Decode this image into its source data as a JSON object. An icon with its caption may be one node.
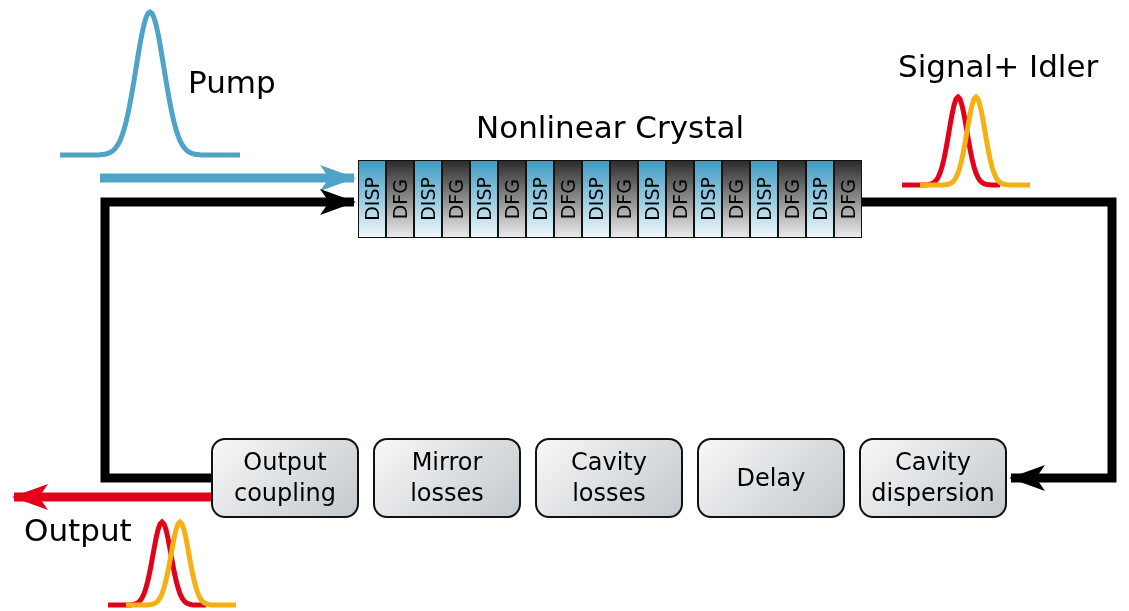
{
  "diagram": {
    "nodes": [
      {
        "text": [
          "Nonlinear Crystal"
        ]
      },
      {
        "text": [
          "DISP"
        ],
        "in": 0
      },
      {
        "text": [
          "DFG"
        ],
        "in": 0
      },
      {
        "text": [
          "DISP"
        ],
        "in": 0
      },
      {
        "text": [
          "DFG"
        ],
        "in": 0
      },
      {
        "text": [
          "DISP"
        ],
        "in": 0
      },
      {
        "text": [
          "DFG"
        ],
        "in": 0
      },
      {
        "text": [
          "DISP"
        ],
        "in": 0
      },
      {
        "text": [
          "DFG"
        ],
        "in": 0
      },
      {
        "text": [
          "DISP"
        ],
        "in": 0
      },
      {
        "text": [
          "DFG"
        ],
        "in": 0
      },
      {
        "text": [
          "DISP"
        ],
        "in": 0
      },
      {
        "text": [
          "DFG"
        ],
        "in": 0
      },
      {
        "text": [
          "DISP"
        ],
        "in": 0
      },
      {
        "text": [
          "DFG"
        ],
        "in": 0
      },
      {
        "text": [
          "DISP"
        ],
        "in": 0
      },
      {
        "text": [
          "DFG"
        ],
        "in": 0
      },
      {
        "text": [
          "DISP"
        ],
        "in": 0
      },
      {
        "text": [
          "DFG"
        ],
        "in": 0
      },
      {
        "text": [
          "Output coupling"
        ]
      },
      {
        "text": [
          "Mirror losses"
        ]
      },
      {
        "text": [
          "Cavity losses"
        ]
      },
      {
        "text": [
          "Delay"
        ]
      },
      {
        "text": [
          "Cavity dispersion"
        ]
      }
    ],
    "edges": [
      {
        "from": null,
        "to": 0,
        "arrow": "to",
        "color": "#4fa3c7"
      },
      {
        "from": 19,
        "to": 0,
        "arrow": "to"
      },
      {
        "from": 0,
        "to": 23,
        "arrow": "to"
      },
      {
        "from": 19,
        "to": null,
        "arrow": "to",
        "color": "#e2001a"
      }
    ],
    "labels": [
      "Pump",
      "Signal+ Idler",
      "Output"
    ]
  }
}
